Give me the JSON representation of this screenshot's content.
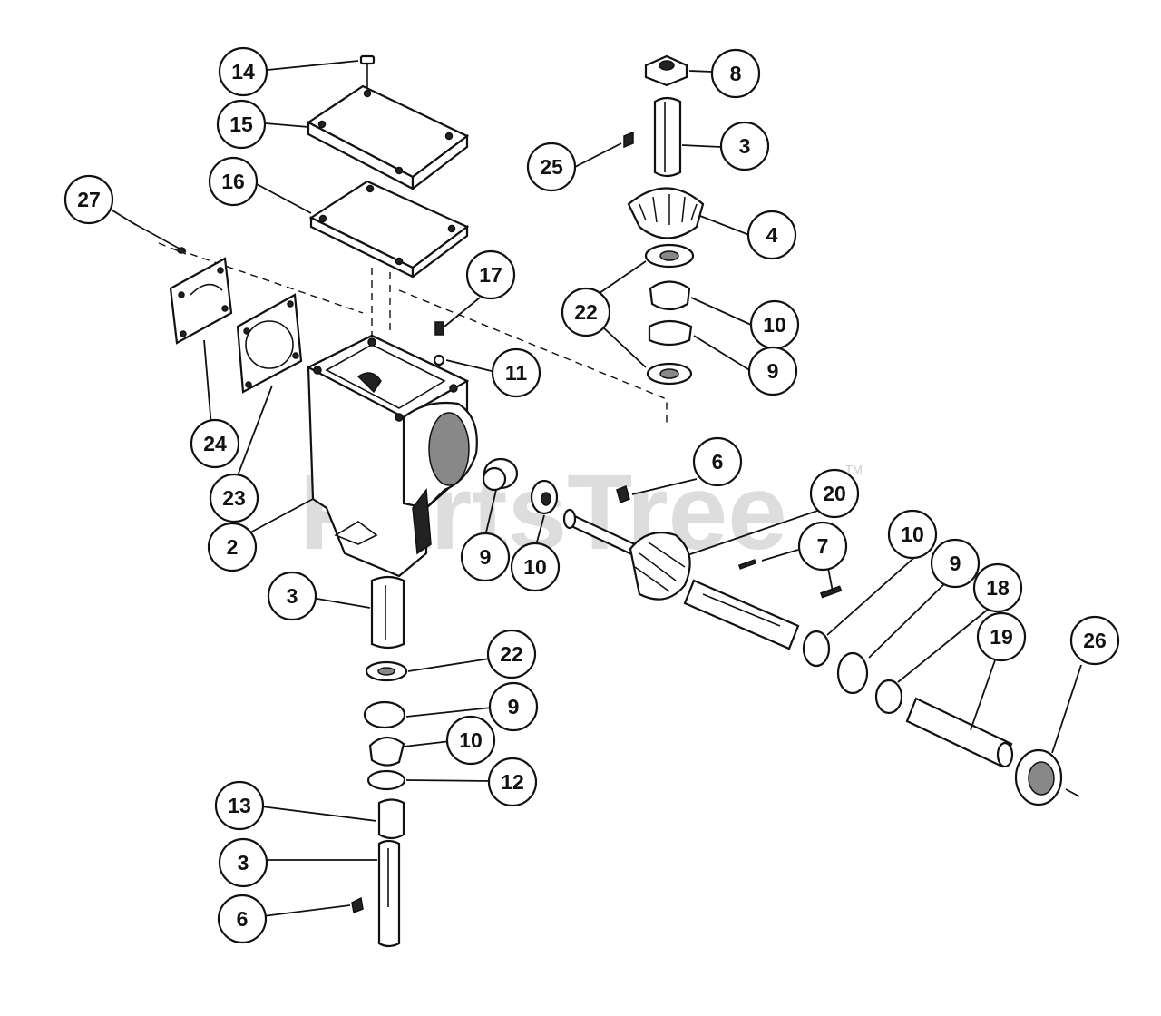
{
  "watermark": "PartsTree",
  "watermark_tm": "TM",
  "callouts": [
    "14",
    "15",
    "16",
    "27",
    "8",
    "3",
    "25",
    "4",
    "22",
    "10",
    "9",
    "17",
    "11",
    "24",
    "23",
    "2",
    "6",
    "20",
    "7",
    "10",
    "9",
    "18",
    "19",
    "26",
    "9",
    "10",
    "3",
    "22",
    "9",
    "10",
    "12",
    "13",
    "3",
    "6"
  ]
}
